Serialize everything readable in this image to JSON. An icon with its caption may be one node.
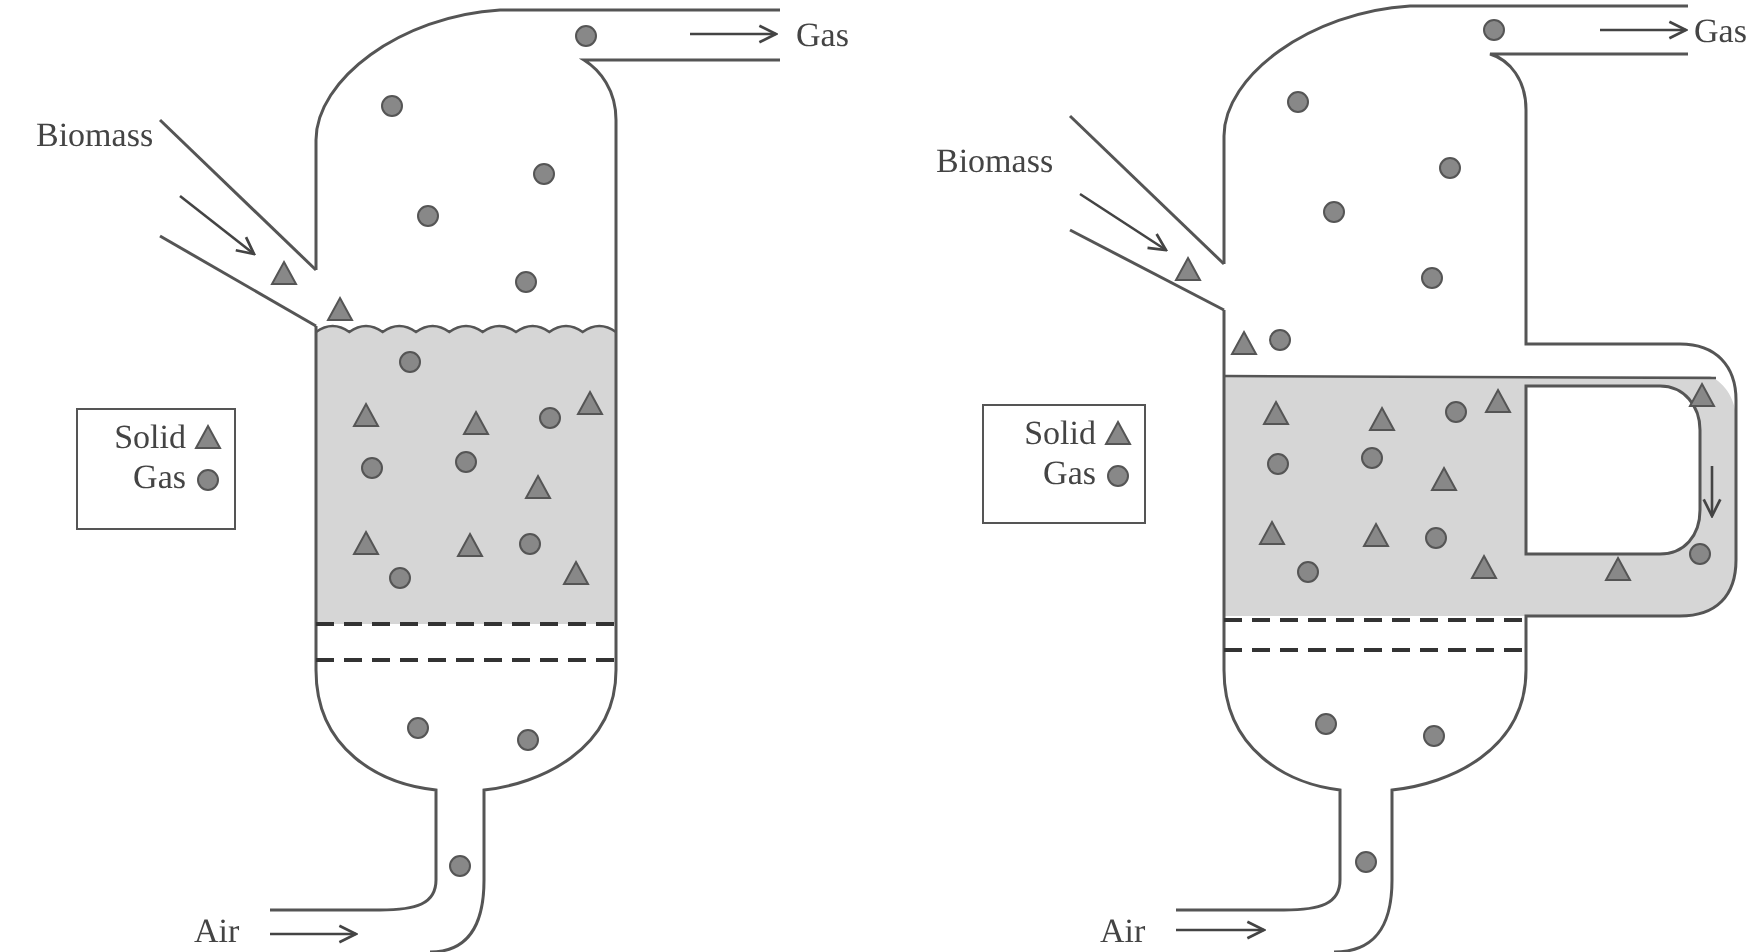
{
  "diagram": {
    "labels": [
      "Gas",
      "Biomass",
      "Air",
      "Gas",
      "Biomass",
      "Air"
    ],
    "legend": [
      {
        "text": "Solid"
      },
      {
        "text": "Gas"
      },
      {
        "text": "Solid"
      },
      {
        "text": "Gas"
      }
    ]
  }
}
